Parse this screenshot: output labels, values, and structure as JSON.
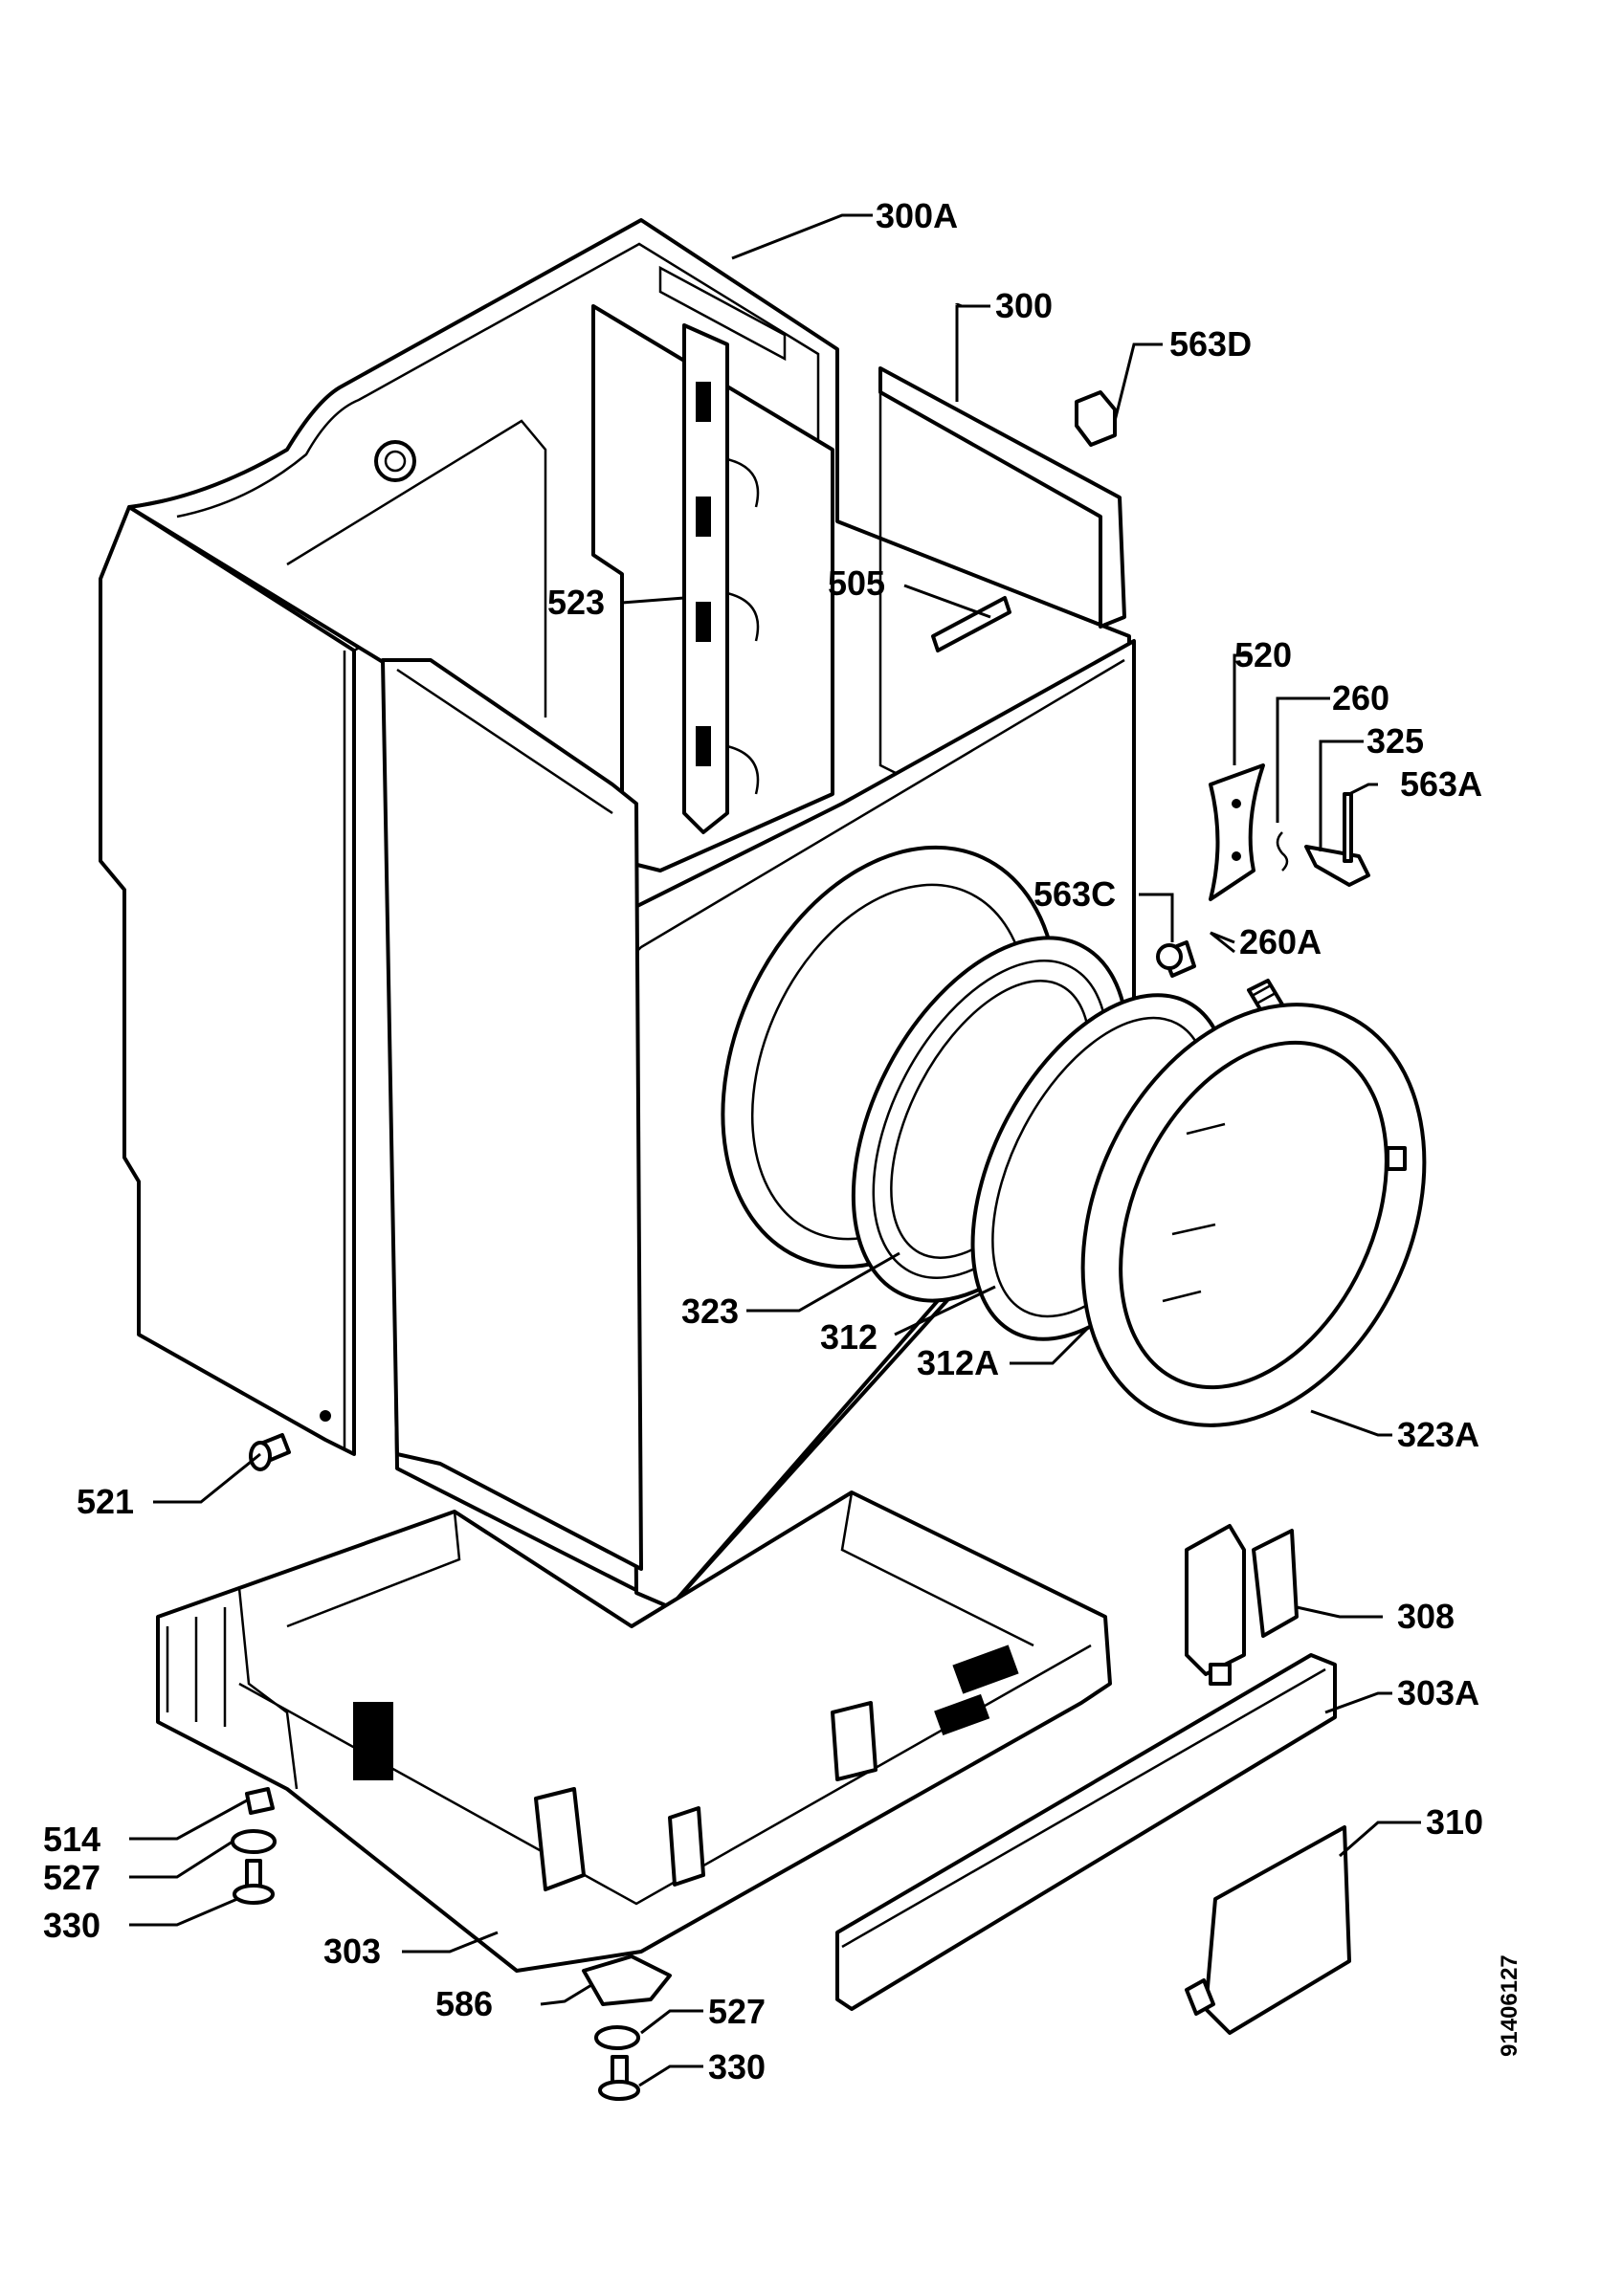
{
  "diagram": {
    "drawing_code": "91406127",
    "callouts": [
      {
        "id": "c300a",
        "text": "300A"
      },
      {
        "id": "c300",
        "text": "300"
      },
      {
        "id": "c563d",
        "text": "563D"
      },
      {
        "id": "c523",
        "text": "523"
      },
      {
        "id": "c505",
        "text": "505"
      },
      {
        "id": "c520",
        "text": "520"
      },
      {
        "id": "c260",
        "text": "260"
      },
      {
        "id": "c325",
        "text": "325"
      },
      {
        "id": "c563a",
        "text": "563A"
      },
      {
        "id": "c563c",
        "text": "563C"
      },
      {
        "id": "c260a",
        "text": "260A"
      },
      {
        "id": "c323",
        "text": "323"
      },
      {
        "id": "c312",
        "text": "312"
      },
      {
        "id": "c312a",
        "text": "312A"
      },
      {
        "id": "c323a",
        "text": "323A"
      },
      {
        "id": "c521",
        "text": "521"
      },
      {
        "id": "c308",
        "text": "308"
      },
      {
        "id": "c303a",
        "text": "303A"
      },
      {
        "id": "c310",
        "text": "310"
      },
      {
        "id": "c514",
        "text": "514"
      },
      {
        "id": "c527l",
        "text": "527"
      },
      {
        "id": "c330l",
        "text": "330"
      },
      {
        "id": "c303",
        "text": "303"
      },
      {
        "id": "c586",
        "text": "586"
      },
      {
        "id": "c527r",
        "text": "527"
      },
      {
        "id": "c330r",
        "text": "330"
      }
    ]
  }
}
